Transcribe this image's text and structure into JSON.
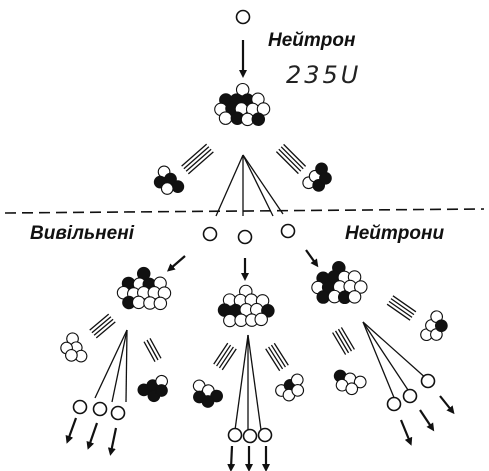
{
  "labels": {
    "incoming_neutron": "Нейтрон",
    "isotope": "235U",
    "released_left": "Вивільнені",
    "released_right": "Нейтрони"
  },
  "colors": {
    "ink": "#111111",
    "nucleus_dark": "#111111",
    "nucleus_light": "#ffffff"
  },
  "icons": [
    "neutron",
    "nucleus",
    "fragment",
    "arrow",
    "motion-lines"
  ]
}
